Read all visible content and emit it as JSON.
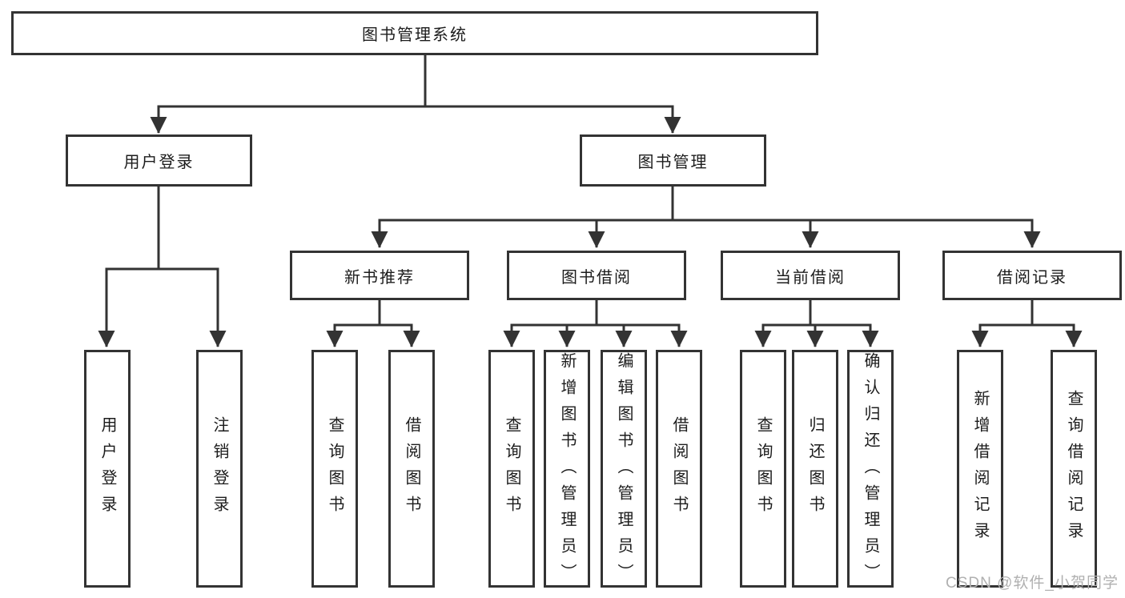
{
  "diagram": {
    "root": {
      "label": "图书管理系统"
    },
    "branches": [
      {
        "label": "用户登录",
        "leaves": [
          {
            "label": "用户登录"
          },
          {
            "label": "注销登录"
          }
        ]
      },
      {
        "label": "图书管理",
        "sections": [
          {
            "label": "新书推荐",
            "leaves": [
              {
                "label": "查询图书"
              },
              {
                "label": "借阅图书"
              }
            ]
          },
          {
            "label": "图书借阅",
            "leaves": [
              {
                "label": "查询图书"
              },
              {
                "label": "新增图书（管理员）"
              },
              {
                "label": "编辑图书（管理员）"
              },
              {
                "label": "借阅图书"
              }
            ]
          },
          {
            "label": "当前借阅",
            "leaves": [
              {
                "label": "查询图书"
              },
              {
                "label": "归还图书"
              },
              {
                "label": "确认归还（管理员）"
              }
            ]
          },
          {
            "label": "借阅记录",
            "leaves": [
              {
                "label": "新增借阅记录"
              },
              {
                "label": "查询借阅记录"
              }
            ]
          }
        ]
      }
    ]
  },
  "watermark": {
    "text": "CSDN @软件_小贺同学"
  },
  "colors": {
    "line": "#333333",
    "text": "#1c1c1c",
    "watermark": "#b0b0b0",
    "background": "#ffffff"
  }
}
